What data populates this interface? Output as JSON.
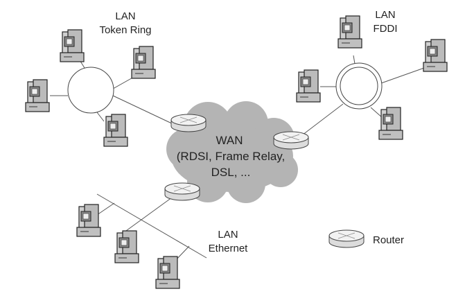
{
  "token_ring": {
    "label_line1": "LAN",
    "label_line2": "Token Ring"
  },
  "fddi": {
    "label_line1": "LAN",
    "label_line2": "FDDI"
  },
  "ethernet": {
    "label_line1": "LAN",
    "label_line2": "Ethernet"
  },
  "wan": {
    "line1": "WAN",
    "line2": "(RDSI, Frame Relay,",
    "line3": "DSL, ..."
  },
  "legend": {
    "router_label": "Router",
    "icon": "router-icon"
  },
  "colors": {
    "cloud": "#b4b4b4",
    "router_fill": "#e6e6e6",
    "computer_fill": "#c8c8c8",
    "lines": "#555555"
  }
}
